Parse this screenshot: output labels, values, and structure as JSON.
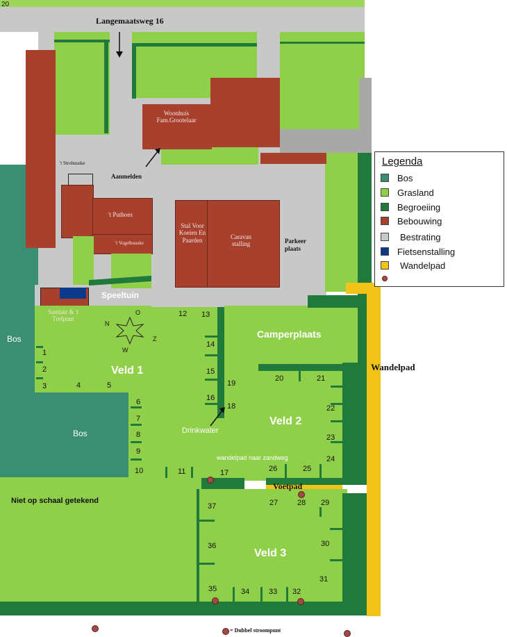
{
  "corner_number": "20",
  "address": "Langemaatsweg 16",
  "buildings": {
    "woonhuis": "Woonhuis Fam.Grootelaar",
    "strohuuske": "'t Strohuuske",
    "puthoes": "'t Puthoes",
    "vogelhuuske": "'t Vogelhuuske",
    "sanitair": "Sanitair & 't Trefpunt",
    "stal": "Stal Voor Koeien En Paarden",
    "caravan": "Caravan stalling"
  },
  "labels": {
    "aanmelden": "Aanmelden",
    "parkeerplaats": "Parkeer plaats",
    "speeltuin": "Speeltuin",
    "bos_left": "Bos",
    "bos_center": "Bos",
    "camperplaats": "Camperplaats",
    "wandelpad": "Wandelpad",
    "drinkwater": "Drinkwater",
    "wandelpad_zandweg": "wandelpad naar zandweg",
    "voetpad": "Voetpad",
    "niet_op_schaal": "Niet op schaal getekend",
    "dubbel_stroompunt": "= Dubbel stroompunt"
  },
  "compass": {
    "n": "N",
    "o": "O",
    "z": "Z",
    "w": "W"
  },
  "fields": {
    "veld1": "Veld 1",
    "veld2": "Veld 2",
    "veld3": "Veld 3"
  },
  "pitches": [
    "1",
    "2",
    "3",
    "4",
    "5",
    "6",
    "7",
    "8",
    "9",
    "10",
    "11",
    "12",
    "13",
    "14",
    "15",
    "16",
    "17",
    "18",
    "19",
    "20",
    "21",
    "22",
    "23",
    "24",
    "25",
    "26",
    "27",
    "28",
    "29",
    "30",
    "31",
    "32",
    "33",
    "34",
    "35",
    "36",
    "37"
  ],
  "legend": {
    "title": "Legenda",
    "items": [
      {
        "label": "Bos",
        "color": "#3a8f72"
      },
      {
        "label": "Grasland",
        "color": "#8fcf4a"
      },
      {
        "label": "Begroeiing",
        "color": "#1f7a3c"
      },
      {
        "label": "Bebouwing",
        "color": "#a8402e"
      },
      {
        "label": "Bestrating",
        "color": "#c8c8c8"
      },
      {
        "label": "Fietsenstalling",
        "color": "#0b3a8c"
      },
      {
        "label": "Wandelpad",
        "color": "#f2c419"
      },
      {
        "label": "",
        "color": "#a34a44"
      }
    ]
  },
  "colors": {
    "bos": "#3a8f72",
    "grass": "#8fcf4a",
    "hedge": "#1f7a3c",
    "building": "#a8402e",
    "paving": "#c8c8c8",
    "bike": "#0b3a8c",
    "path": "#f2c419",
    "outer_grass": "#9dd65a"
  }
}
